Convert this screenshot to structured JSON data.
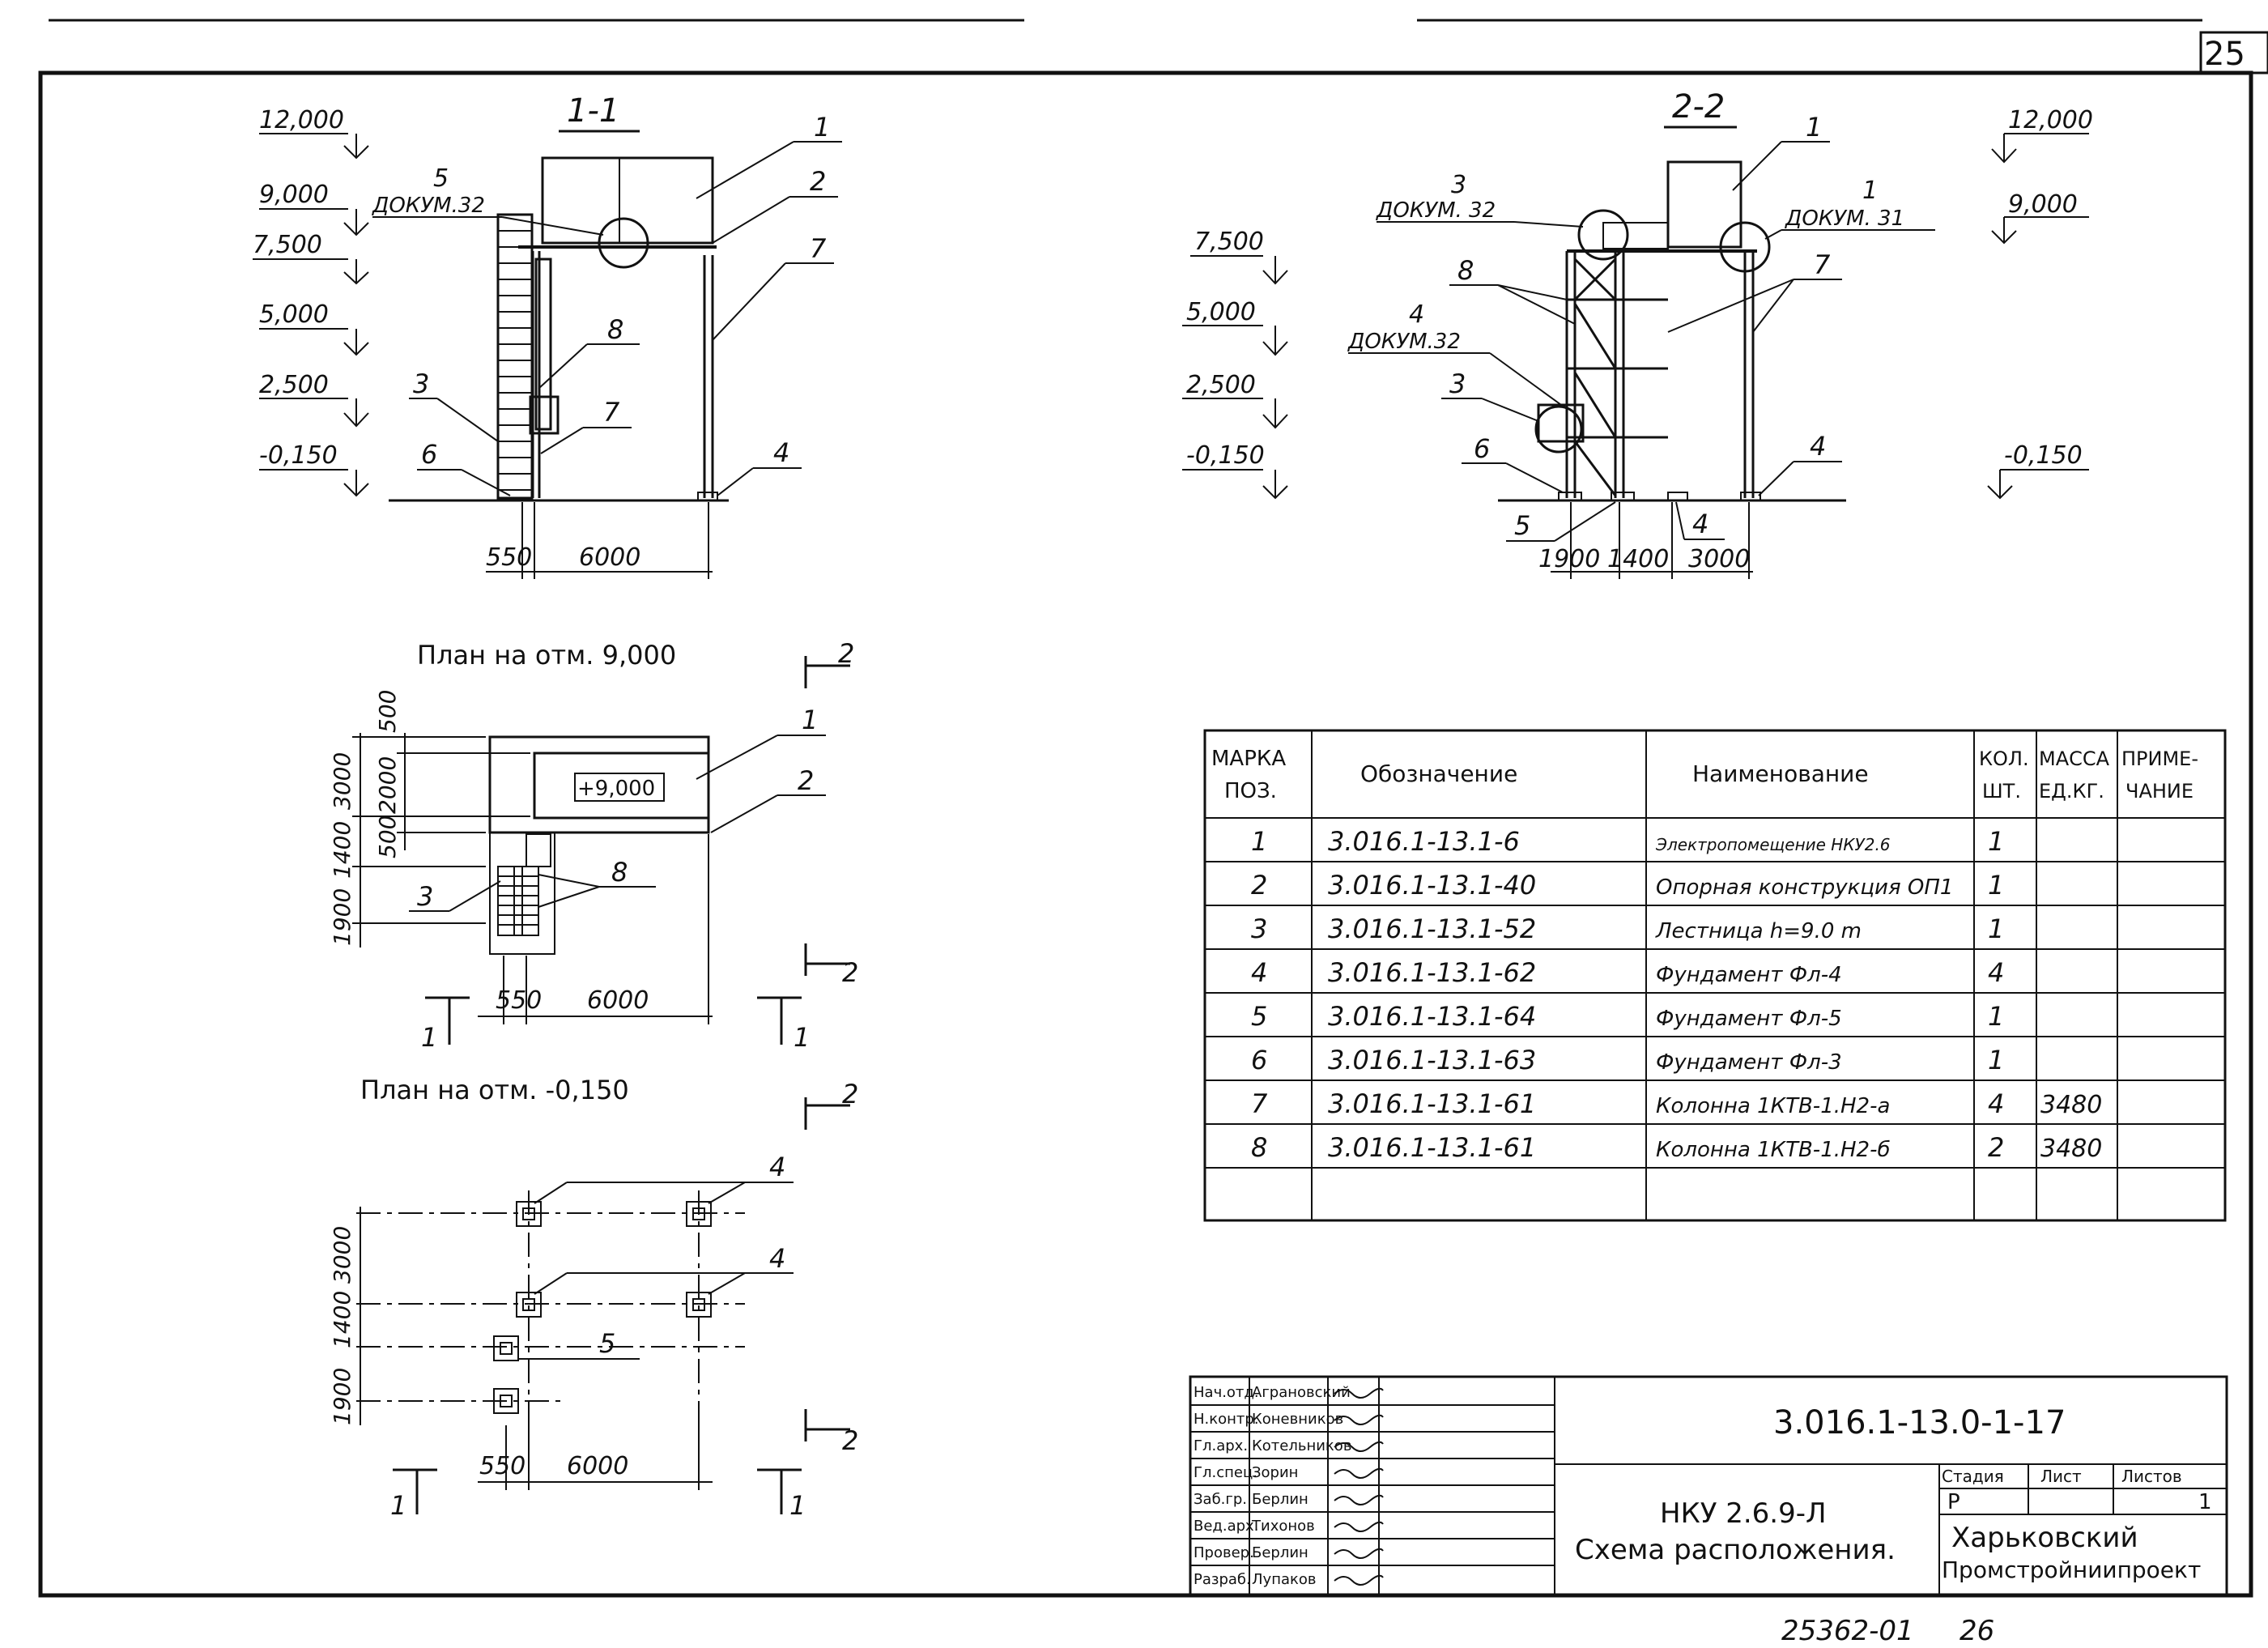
{
  "sheet": {
    "page_number": "25",
    "footer_number": "25362-01",
    "footer_page": "26"
  },
  "section_11": {
    "title": "1-1",
    "levels": [
      "12,000",
      "9,000",
      "7,500",
      "5,000",
      "2,500",
      "-0,150"
    ],
    "callout": {
      "num": "5",
      "doc": "ДОКУМ.32"
    },
    "positions": [
      "1",
      "2",
      "7",
      "8",
      "3",
      "7",
      "6",
      "4"
    ],
    "dims": [
      "550",
      "6000"
    ]
  },
  "section_22": {
    "title": "2-2",
    "levels_left": [
      "7,500",
      "5,000",
      "2,500",
      "-0,150"
    ],
    "levels_right": [
      "12,000",
      "9,000",
      "-0,150"
    ],
    "callouts": [
      {
        "num": "3",
        "doc": "ДОКУМ. 32"
      },
      {
        "num": "1",
        "doc": "ДОКУМ. 31"
      },
      {
        "num": "4",
        "doc": "ДОКУМ.32"
      }
    ],
    "positions": [
      "1",
      "7",
      "8",
      "3",
      "6",
      "5",
      "4",
      "4"
    ],
    "dims": [
      "1900",
      "1400",
      "3000"
    ]
  },
  "plan_9000": {
    "title": "План на отм. 9,000",
    "cut_mark": "2",
    "level_box": "+9,000",
    "dims_vertical": [
      "500",
      "3000",
      "2000",
      "500",
      "1400",
      "1900"
    ],
    "dims_horizontal": [
      "550",
      "6000"
    ],
    "positions": [
      "1",
      "2",
      "3",
      "8"
    ],
    "cut_marks": [
      "2",
      "1",
      "1"
    ]
  },
  "plan_0150": {
    "title": "План на отм. -0,150",
    "cut_mark": "2",
    "dims_vertical": [
      "1900",
      "1400",
      "3000"
    ],
    "dims_horizontal": [
      "550",
      "6000"
    ],
    "positions": [
      "4",
      "4",
      "5"
    ],
    "cut_marks": [
      "2",
      "1",
      "1"
    ]
  },
  "spec_table": {
    "headers": [
      "Марка поз.",
      "Обозначение",
      "Наименование",
      "Кол. шт.",
      "Масса ед. кг.",
      "Приме- чание"
    ],
    "rows": [
      [
        "1",
        "3.016.1-13.1-6",
        "Электропомещение НКУ2.6",
        "1",
        "",
        ""
      ],
      [
        "2",
        "3.016.1-13.1-40",
        "Опорная конструкция ОП1",
        "1",
        "",
        ""
      ],
      [
        "3",
        "3.016.1-13.1-52",
        "Лестница h=9.0 m",
        "1",
        "",
        ""
      ],
      [
        "4",
        "3.016.1-13.1-62",
        "Фундамент Фл-4",
        "4",
        "",
        ""
      ],
      [
        "5",
        "3.016.1-13.1-64",
        "Фундамент Фл-5",
        "1",
        "",
        ""
      ],
      [
        "6",
        "3.016.1-13.1-63",
        "Фундамент Фл-3",
        "1",
        "",
        ""
      ],
      [
        "7",
        "3.016.1-13.1-61",
        "Колонна 1КТВ-1.Н2-а",
        "4",
        "3480",
        ""
      ],
      [
        "8",
        "3.016.1-13.1-61",
        "Колонна 1КТВ-1.Н2-б",
        "2",
        "3480",
        ""
      ]
    ]
  },
  "title_block": {
    "signatures": [
      [
        "Нач.отд.",
        "Аграновский"
      ],
      [
        "Н.контр.",
        "Коневников"
      ],
      [
        "Гл.арх.",
        "Котельников"
      ],
      [
        "Гл.спец.",
        "Зорин"
      ],
      [
        "Заб.гр.",
        "Берлин"
      ],
      [
        "Вед.арх.",
        "Тихонов"
      ],
      [
        "Провер.",
        "Берлин"
      ],
      [
        "Разраб.",
        "Лупаков"
      ]
    ],
    "doc_code": "3.016.1-13.0-1-17",
    "doc_name_line1": "НКУ 2.6.9-Л",
    "doc_name_line2": "Схема расположения.",
    "stage_label": "Стадия",
    "sheet_label": "Лист",
    "sheets_label": "Листов",
    "stage_value": "Р",
    "sheet_value": "",
    "sheets_value": "1",
    "org_line1": "Харьковский",
    "org_line2": "Промстройниипроект"
  }
}
